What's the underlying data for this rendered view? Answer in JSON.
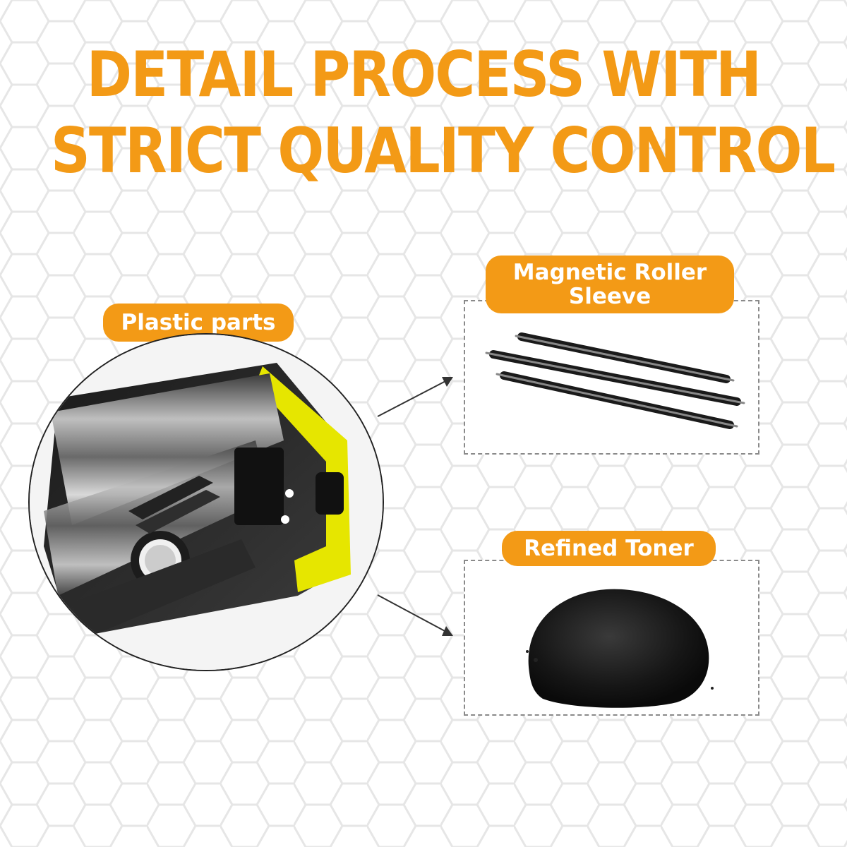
{
  "headline": {
    "line1": "DETAIL PROCESS WITH",
    "line2": "STRICT QUALITY CONTROL"
  },
  "labels": {
    "plastic_parts": "Plastic parts",
    "magnetic_roller_line1": "Magnetic Roller",
    "magnetic_roller_line2": "Sleeve",
    "refined_toner": "Refined Toner"
  },
  "colors": {
    "accent": "#f39a16",
    "cartridge_yellow": "#e6e600",
    "background_pattern": "#e8e8e8"
  },
  "icons": [
    "arrow-right-icon",
    "arrow-down-right-icon"
  ]
}
